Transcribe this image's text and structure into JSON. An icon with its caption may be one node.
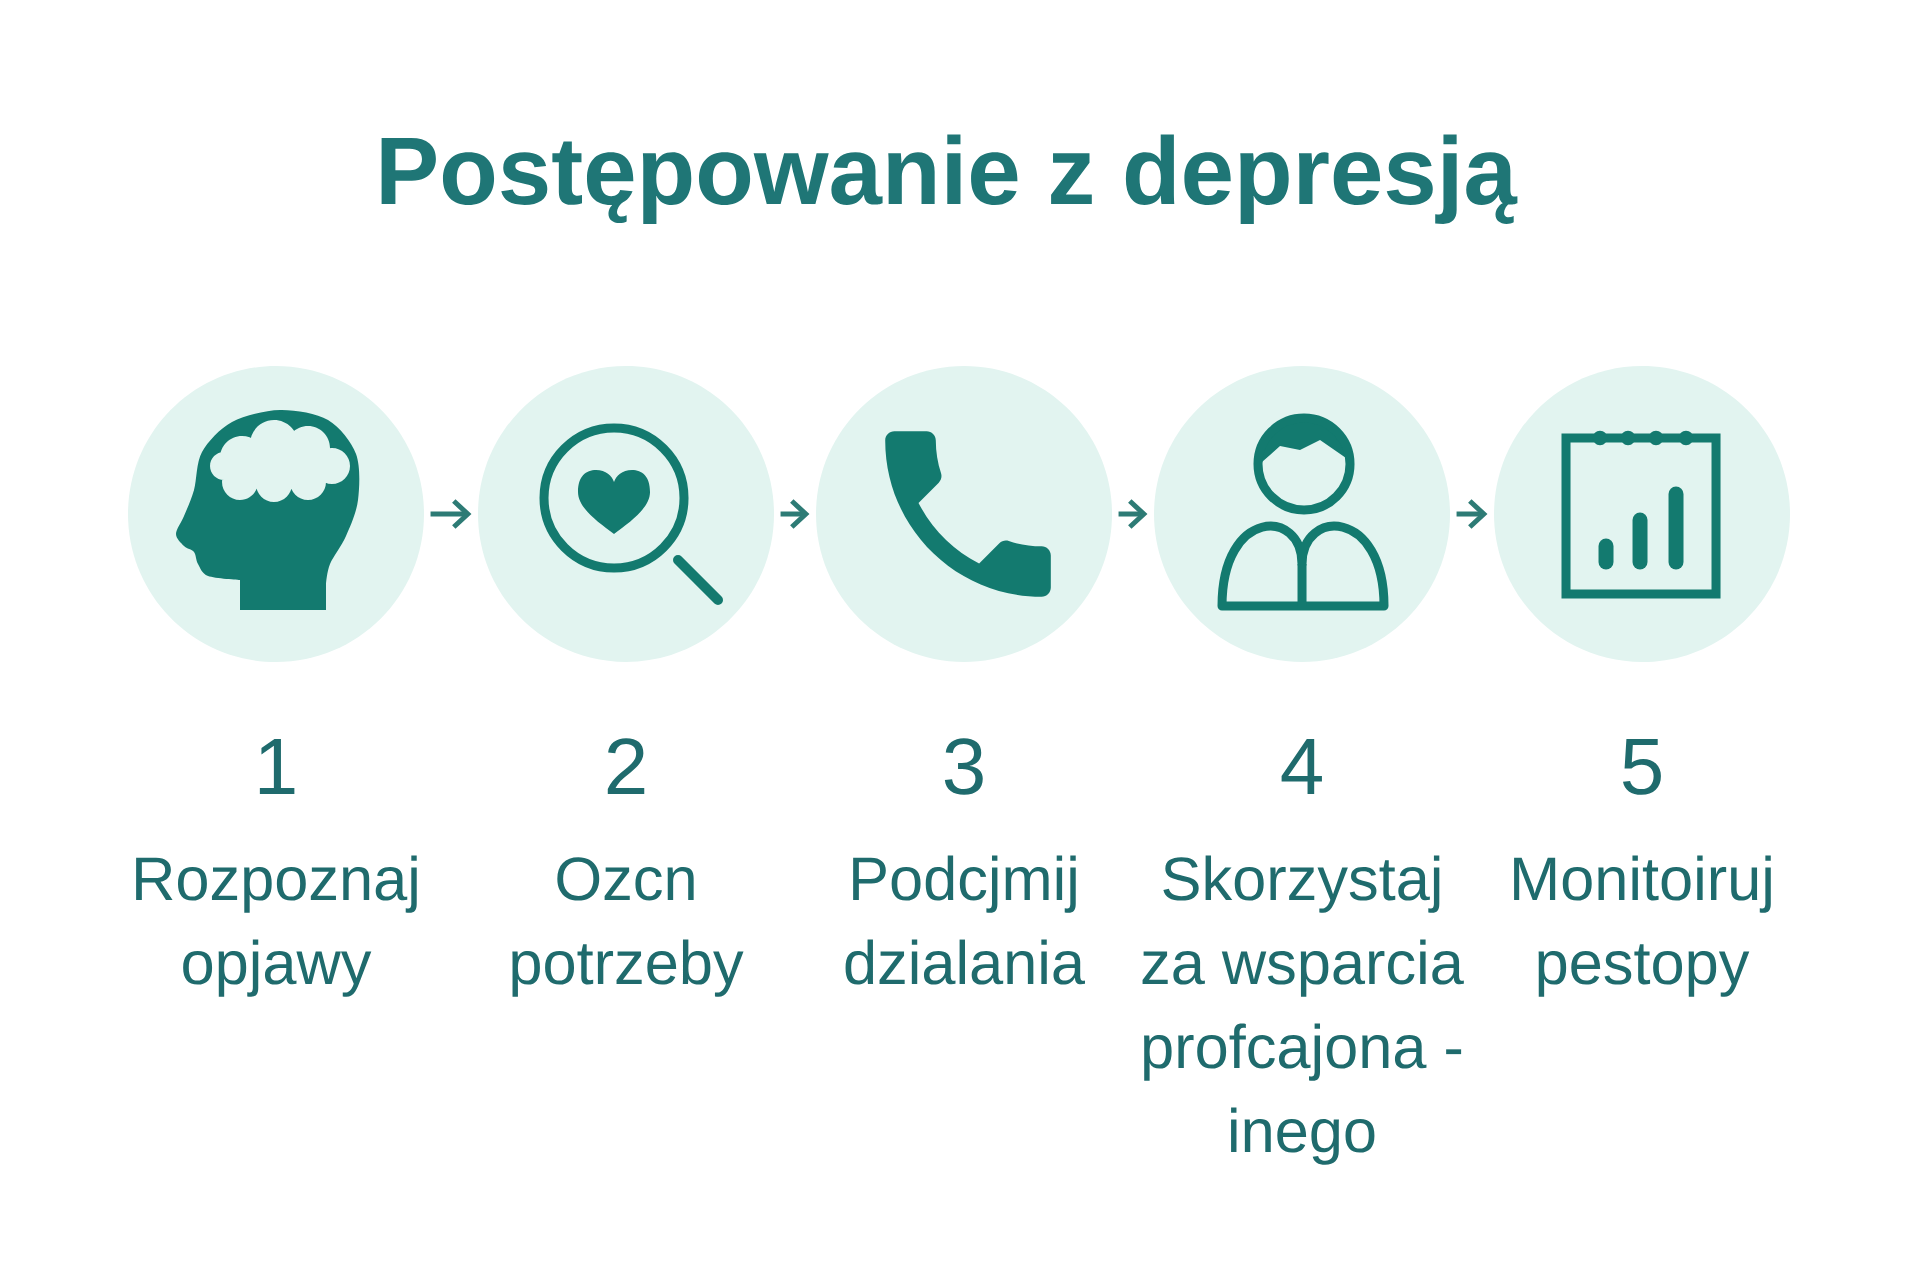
{
  "diagram": {
    "title": "Postępowanie z depresją",
    "nodes": [
      {
        "text": [],
        "shape": "circle",
        "beside": [
          "1",
          "Rozpoznaj opjawy"
        ]
      },
      {
        "text": [],
        "shape": "circle",
        "beside": [
          "2",
          "Ozcn potrzeby"
        ]
      },
      {
        "text": [],
        "shape": "circle",
        "beside": [
          "3",
          "Podcjmij dzialania"
        ]
      },
      {
        "text": [],
        "shape": "circle",
        "beside": [
          "4",
          "Skorzystaj za wsparcia profcajona - inego"
        ]
      },
      {
        "text": [],
        "shape": "circle",
        "beside": [
          "5",
          "Monitoiruj pestopy"
        ]
      }
    ],
    "edges": [
      {
        "from": 0,
        "to": 1,
        "arrow": "to"
      },
      {
        "from": 1,
        "to": 2,
        "arrow": "to"
      },
      {
        "from": 2,
        "to": 3,
        "arrow": "to"
      },
      {
        "from": 3,
        "to": 4,
        "arrow": "to"
      }
    ]
  }
}
